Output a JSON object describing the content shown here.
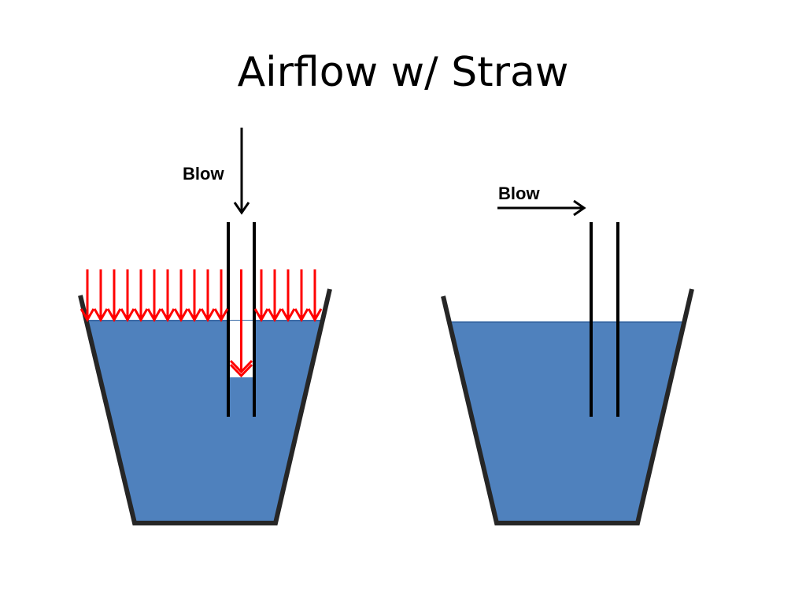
{
  "slide": {
    "title": "Airflow w/ Straw"
  },
  "left_panel": {
    "blow_label": "Blow",
    "arrow_direction": "down"
  },
  "right_panel": {
    "blow_label": "Blow",
    "arrow_direction": "right"
  },
  "colors": {
    "water": "#4f81bd",
    "water_edge": "#3a6aa6",
    "container": "#262626",
    "pressure_arrows": "#ff0000",
    "straw": "#000000"
  }
}
